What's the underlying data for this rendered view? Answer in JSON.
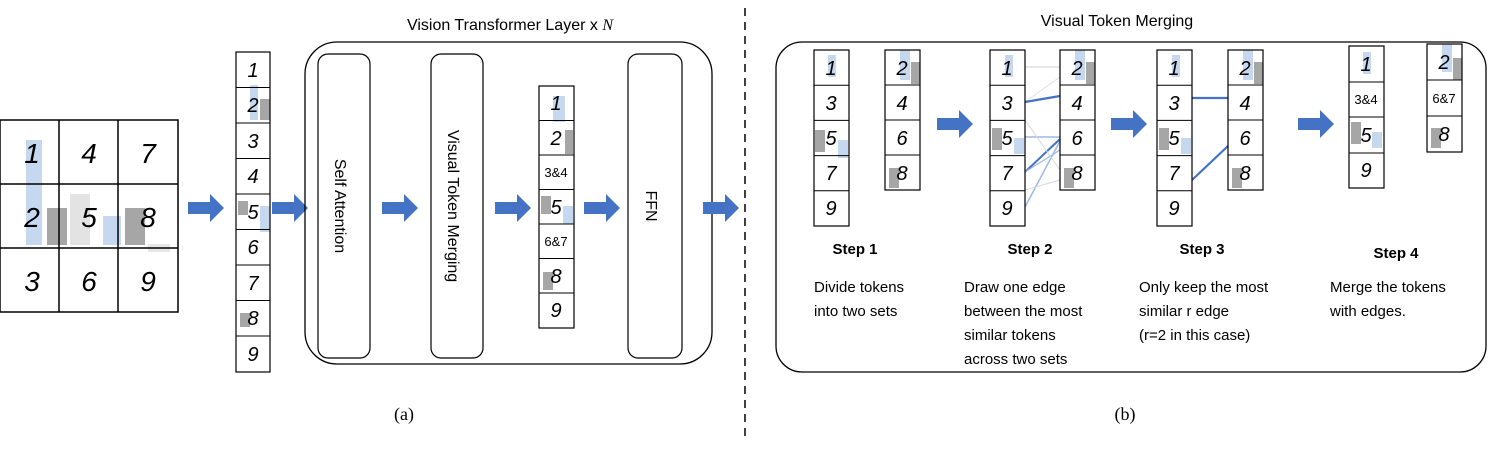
{
  "part_a": {
    "title": "Vision Transformer Layer x ",
    "title_symbol": "N",
    "grid_tokens": [
      "1",
      "2",
      "3",
      "4",
      "5",
      "6",
      "7",
      "8",
      "9"
    ],
    "input_tokens": [
      "1",
      "2",
      "3",
      "4",
      "5",
      "6",
      "7",
      "8",
      "9"
    ],
    "self_attention_label": "Self Attention",
    "merging_label": "Visual Token Merging",
    "merged_tokens": [
      "1",
      "2",
      "3&4",
      "5",
      "6&7",
      "8",
      "9"
    ],
    "ffn_label": "FFN",
    "caption": "(a)"
  },
  "part_b": {
    "title": "Visual Token Merging",
    "set_a": [
      "1",
      "3",
      "5",
      "7",
      "9"
    ],
    "set_b": [
      "2",
      "4",
      "6",
      "8"
    ],
    "step4_set_a": [
      "1",
      "3&4",
      "5",
      "9"
    ],
    "step4_set_b": [
      "2",
      "6&7",
      "8"
    ],
    "steps": [
      {
        "title": "Step 1",
        "lines": [
          "Divide tokens",
          "into two sets"
        ]
      },
      {
        "title": "Step 2",
        "lines": [
          "Draw one edge",
          "between the most",
          "similar tokens",
          "across two sets"
        ]
      },
      {
        "title": "Step 3",
        "lines": [
          "Only keep the most",
          "similar r edge",
          "(r=2 in this case)"
        ]
      },
      {
        "title": "Step 4",
        "lines": [
          "Merge the tokens",
          "with edges."
        ]
      }
    ],
    "caption": "(b)"
  },
  "colors": {
    "arrow": "#4472C4",
    "edge_strong": "#4472C4",
    "edge_light": "#9DB9E4",
    "bar_blue": "#C5D8F0",
    "bar_gray": "#A6A6A6"
  }
}
